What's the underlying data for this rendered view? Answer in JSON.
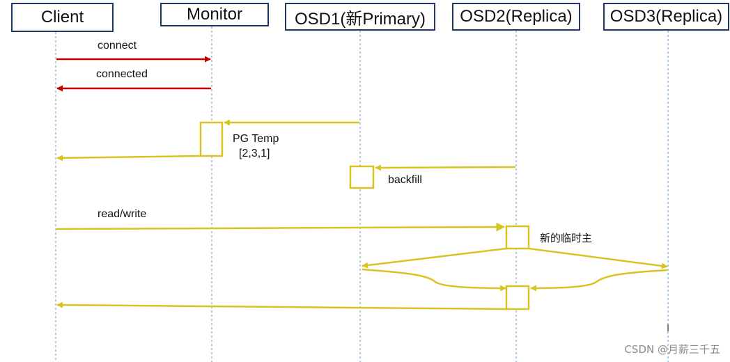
{
  "participants": [
    {
      "id": "client",
      "label": "Client"
    },
    {
      "id": "monitor",
      "label": "Monitor"
    },
    {
      "id": "osd1",
      "label": "OSD1(新Primary)"
    },
    {
      "id": "osd2",
      "label": "OSD2(Replica)"
    },
    {
      "id": "osd3",
      "label": "OSD3(Replica)"
    }
  ],
  "messages": {
    "connect": "connect",
    "connected": "connected",
    "pg_temp_line1": "PG Temp",
    "pg_temp_line2": "[2,3,1]",
    "backfill": "backfill",
    "read_write": "read/write",
    "new_temp_primary": "新的临时主"
  },
  "watermark": "CSDN @月薪三千五",
  "colors": {
    "connect_arrow": "#c00000",
    "flow_arrow": "#d9c321",
    "box_border": "#1f3864",
    "lifeline": "#7fa7d1"
  }
}
